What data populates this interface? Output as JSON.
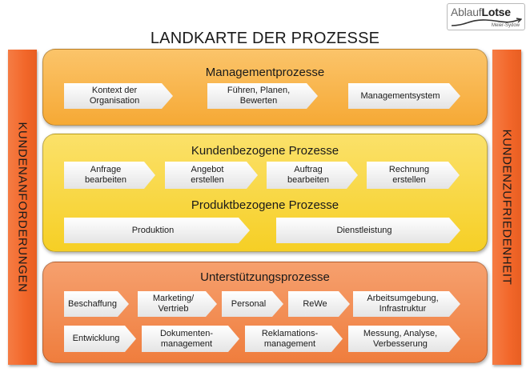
{
  "title": "LANDKARTE DER PROZESSE",
  "logo": {
    "word1": "Ablauf",
    "word2": "Lotse",
    "sub": "Meier-Sydow"
  },
  "left_bar": "KUNDENANFORDERUNGEN",
  "right_bar": "KUNDENZUFRIEDENHEIT",
  "management": {
    "title": "Managementprozesse",
    "items": [
      "Kontext der\nOrganisation",
      "Führen, Planen,\nBewerten",
      "Managementsystem"
    ]
  },
  "kunde": {
    "title": "Kundenbezogene Prozesse",
    "items": [
      "Anfrage\nbearbeiten",
      "Angebot\nerstellen",
      "Auftrag\nbearbeiten",
      "Rechnung\nerstellen"
    ]
  },
  "produkt": {
    "title": "Produktbezogene Prozesse",
    "items": [
      "Produktion",
      "Dienstleistung"
    ]
  },
  "support": {
    "title": "Unterstützungsprozesse",
    "row1": [
      "Beschaffung",
      "Marketing/\nVertrieb",
      "Personal",
      "ReWe",
      "Arbeitsumgebung,\nInfrastruktur"
    ],
    "row2": [
      "Entwicklung",
      "Dokumenten-\nmanagement",
      "Reklamations-\nmanagement",
      "Messung, Analyse,\nVerbesserung"
    ]
  },
  "colors": {
    "sidebar": "#f2672a",
    "management_panel": "#f6a935",
    "kunde_panel": "#f6cf25",
    "support_panel": "#ef7d3d"
  }
}
